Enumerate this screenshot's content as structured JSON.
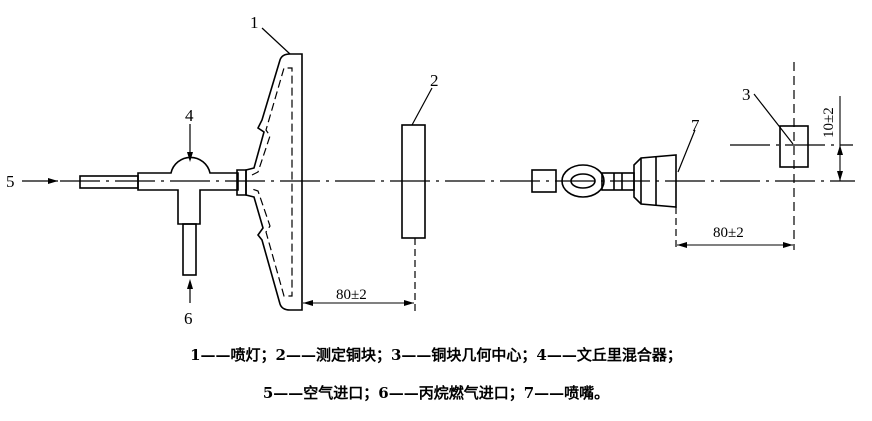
{
  "diagram": {
    "labels": {
      "n1": "1",
      "n2": "2",
      "n3": "3",
      "n4": "4",
      "n5": "5",
      "n6": "6",
      "n7": "7"
    },
    "dimensions": {
      "burner_to_block": "80±2",
      "nozzle_to_center": "80±2",
      "vertical_offset": "10±2"
    }
  },
  "caption": {
    "line1": "1——喷灯；2——测定铜块；3——铜块几何中心；4——文丘里混合器；",
    "line2": "5——空气进口；6——丙烷燃气进口；7——喷嘴。"
  }
}
